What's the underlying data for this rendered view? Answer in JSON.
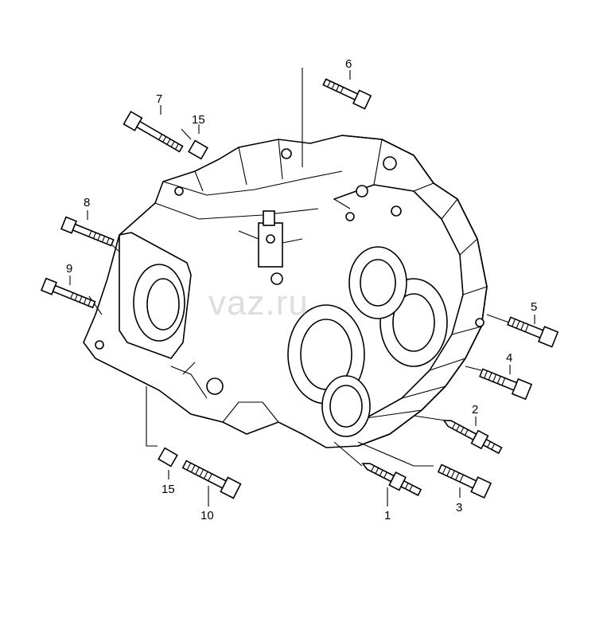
{
  "diagram": {
    "watermark": "vaz.ru",
    "callouts": {
      "c1": "1",
      "c2": "2",
      "c3": "3",
      "c4": "4",
      "c5": "5",
      "c6": "6",
      "c7": "7",
      "c8": "8",
      "c9": "9",
      "c10": "10",
      "c15a": "15",
      "c15b": "15"
    }
  }
}
